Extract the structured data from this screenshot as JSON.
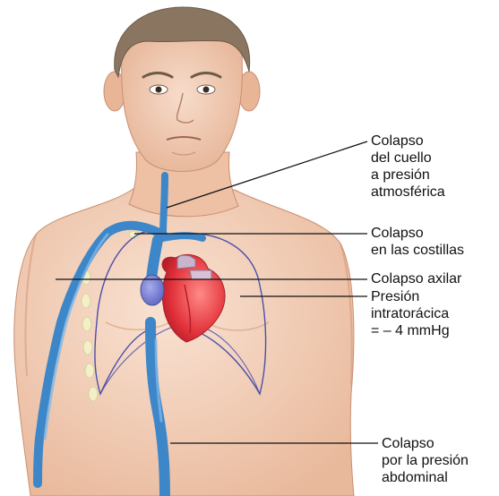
{
  "annotations": [
    {
      "id": "neck",
      "lines": [
        "Colapso",
        "del cuello",
        "a presión",
        "atmosférica"
      ]
    },
    {
      "id": "ribs",
      "lines": [
        "Colapso",
        "en las costillas"
      ]
    },
    {
      "id": "axillary",
      "lines": [
        "Colapso axilar"
      ]
    },
    {
      "id": "intrathoracic",
      "lines": [
        "Presión",
        "intratorácica",
        "= – 4 mmHg"
      ]
    },
    {
      "id": "abdominal",
      "lines": [
        "Colapso",
        "por la presión",
        "abdominal"
      ]
    }
  ],
  "colors": {
    "skin": "#f4d3bd",
    "skin_shadow": "#e2ad8e",
    "hair": "#8a7560",
    "vein": "#3d87c9",
    "vein_light": "#7fb6e6",
    "pleura": "#4b4fa8",
    "heart_red": "#e2313a",
    "heart_blue": "#6c74c9",
    "rib_cartilage": "#f3f0c8"
  }
}
